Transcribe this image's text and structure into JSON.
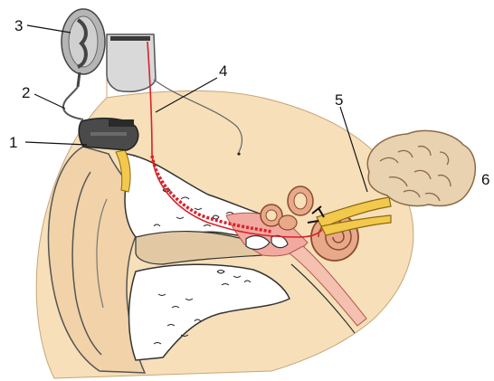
{
  "labels": [
    {
      "id": "1",
      "text": "1"
    },
    {
      "id": "2",
      "text": "2"
    },
    {
      "id": "3",
      "text": "3"
    },
    {
      "id": "4",
      "text": "4"
    },
    {
      "id": "5",
      "text": "5"
    },
    {
      "id": "6",
      "text": "6"
    }
  ],
  "colors": {
    "skin": "#f6dfb9",
    "skin_dark": "#e8c79a",
    "bone": "#ffffff",
    "canal": "#f4c0b0",
    "cochlea": "#e8a88a",
    "nerve": "#f2c94c",
    "electrode": "#d8222a",
    "processor": "#4a4a4a",
    "brain": "#e8d2b0"
  }
}
